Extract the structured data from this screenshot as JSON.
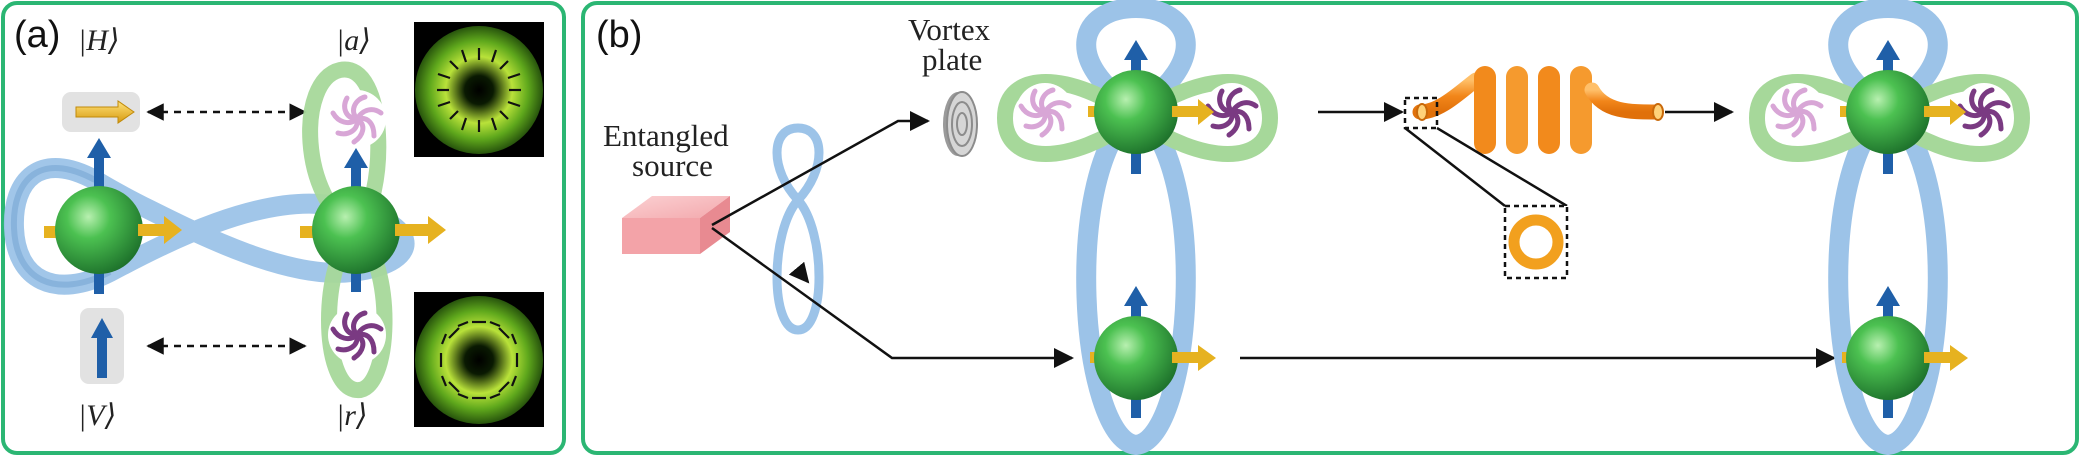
{
  "panel_a": {
    "letter": "(a)",
    "ket_H": "|H⟩",
    "ket_V": "|V⟩",
    "ket_a": "|a⟩",
    "ket_r": "|r⟩"
  },
  "panel_b": {
    "letter": "(b)",
    "source_label_line1": "Entangled",
    "source_label_line2": "source",
    "vortex_label_line1": "Vortex",
    "vortex_label_line2": "plate"
  },
  "colors": {
    "frame": "#2bb673",
    "green_ball": "#2f9b3c",
    "blue_loop": "#9cc3e8",
    "green_loop": "#a6d89a",
    "arrow_blue": "#1f5fa8",
    "arrow_gold": "#e6b220",
    "source_pink": "#f3a3a8",
    "fiber_orange": "#f28a1c"
  }
}
